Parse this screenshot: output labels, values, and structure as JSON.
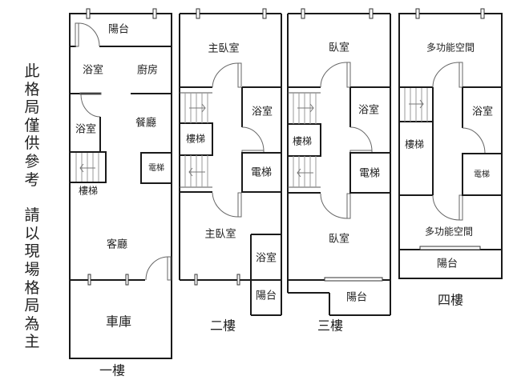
{
  "disclaimer": {
    "line1": [
      "此",
      "格",
      "局",
      "僅",
      "供",
      "參",
      "考"
    ],
    "line2": [
      "請",
      "以",
      "現",
      "場",
      "格",
      "局",
      "為",
      "主"
    ]
  },
  "floors": [
    {
      "id": "floor-1",
      "label": "一樓",
      "rooms": {
        "balcony": "陽台",
        "bathroom_top": "浴室",
        "kitchen": "廚房",
        "bathroom_mid": "浴室",
        "dining": "餐廳",
        "elevator": "電梯",
        "stairs": "樓梯",
        "living": "客廳",
        "garage": "車庫"
      }
    },
    {
      "id": "floor-2",
      "label": "二樓",
      "rooms": {
        "master_bedroom_front": "主臥室",
        "stairs": "樓梯",
        "bathroom": "浴室",
        "elevator": "電梯",
        "master_bedroom_back": "主臥室",
        "bathroom_back": "浴室",
        "balcony": "陽台"
      }
    },
    {
      "id": "floor-3",
      "label": "三樓",
      "rooms": {
        "bedroom_front": "臥室",
        "stairs": "樓梯",
        "bathroom": "浴室",
        "elevator": "電梯",
        "bedroom_back": "臥室",
        "balcony": "陽台"
      }
    },
    {
      "id": "floor-4",
      "label": "四樓",
      "rooms": {
        "multi_front": "多功能空間",
        "stairs": "樓梯",
        "bathroom": "浴室",
        "elevator": "電梯",
        "multi_back": "多功能空間",
        "balcony": "陽台"
      }
    }
  ],
  "colors": {
    "wall": "#1a1a1a",
    "background": "#ffffff",
    "text": "#222222"
  }
}
